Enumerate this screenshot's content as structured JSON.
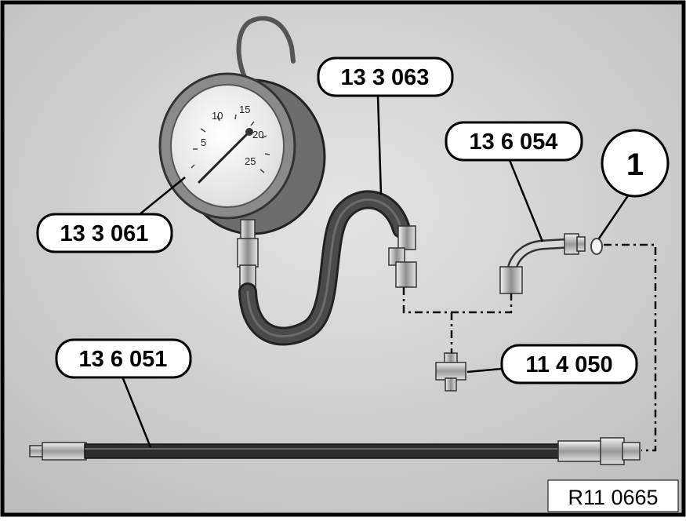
{
  "figure": {
    "reference": "R11 0665"
  },
  "callouts": {
    "gauge": "13 3 061",
    "hose": "13 3 063",
    "adapter": "13 6 054",
    "item": "1",
    "tee": "11 4 050",
    "line": "13 6 051"
  },
  "gauge_scale": [
    "5",
    "10",
    "15",
    "20",
    "25"
  ],
  "colors": {
    "frame": "#000000",
    "background": "#d0d0d0",
    "hose": "#3a3a3a",
    "metal": "#c9c9c9"
  }
}
